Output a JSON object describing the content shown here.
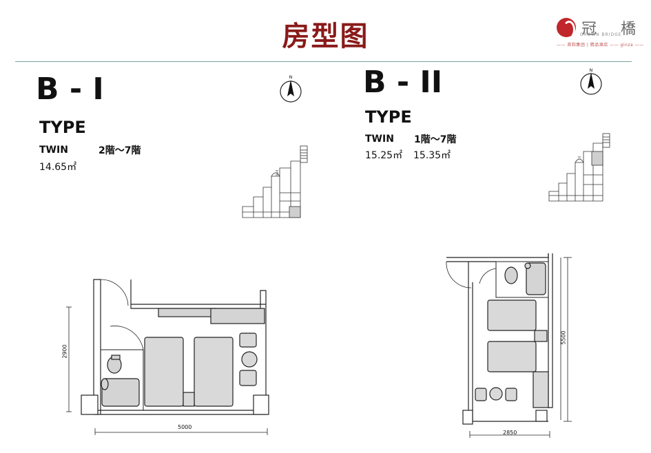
{
  "header": {
    "title": "房型图",
    "logo": {
      "name": "冠 橋",
      "sub": "CROWN BRIDGE",
      "tagline": "—— 首和集团 | 精品酒店 —— ginza ——"
    }
  },
  "rooms": [
    {
      "code": "B - I",
      "type_label": "TYPE",
      "bed": "TWIN",
      "floors": "2階～7階",
      "areas": [
        "14.65㎡"
      ],
      "dimensions": {
        "height": "2900",
        "width": "5000"
      }
    },
    {
      "code": "B - II",
      "type_label": "TYPE",
      "bed": "TWIN",
      "floors": "1階～7階",
      "areas": [
        "15.25㎡",
        "15.35㎡"
      ],
      "dimensions": {
        "height": "5500",
        "width": "2850"
      }
    }
  ],
  "compass": {
    "north": "N"
  },
  "colors": {
    "title": "#8a1a1a",
    "rule": "#7aa0a0",
    "logo": "#c0262b"
  }
}
